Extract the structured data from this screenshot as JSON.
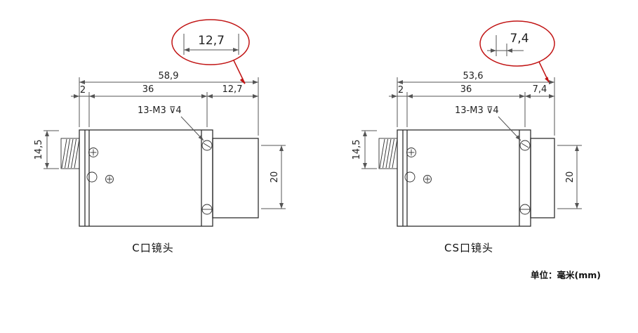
{
  "units_note": "单位：毫米(mm)",
  "drawings": [
    {
      "caption": "C口镜头",
      "callout_value": "12,7",
      "dim_total_width": "58,9",
      "dim_offset": "2",
      "dim_mid": "36",
      "dim_flange": "12,7",
      "dim_height_left": "14,5",
      "dim_height_right": "20",
      "thread_note": "13-M3 ⊽4"
    },
    {
      "caption": "CS口镜头",
      "callout_value": "7,4",
      "dim_total_width": "53,6",
      "dim_offset": "2",
      "dim_mid": "36",
      "dim_flange": "7,4",
      "dim_height_left": "14,5",
      "dim_height_right": "20",
      "thread_note": "13-M3 ⊽4"
    }
  ],
  "colors": {
    "callout": "#c11414",
    "outline": "#2f2f2f",
    "dimension": "#555555"
  }
}
